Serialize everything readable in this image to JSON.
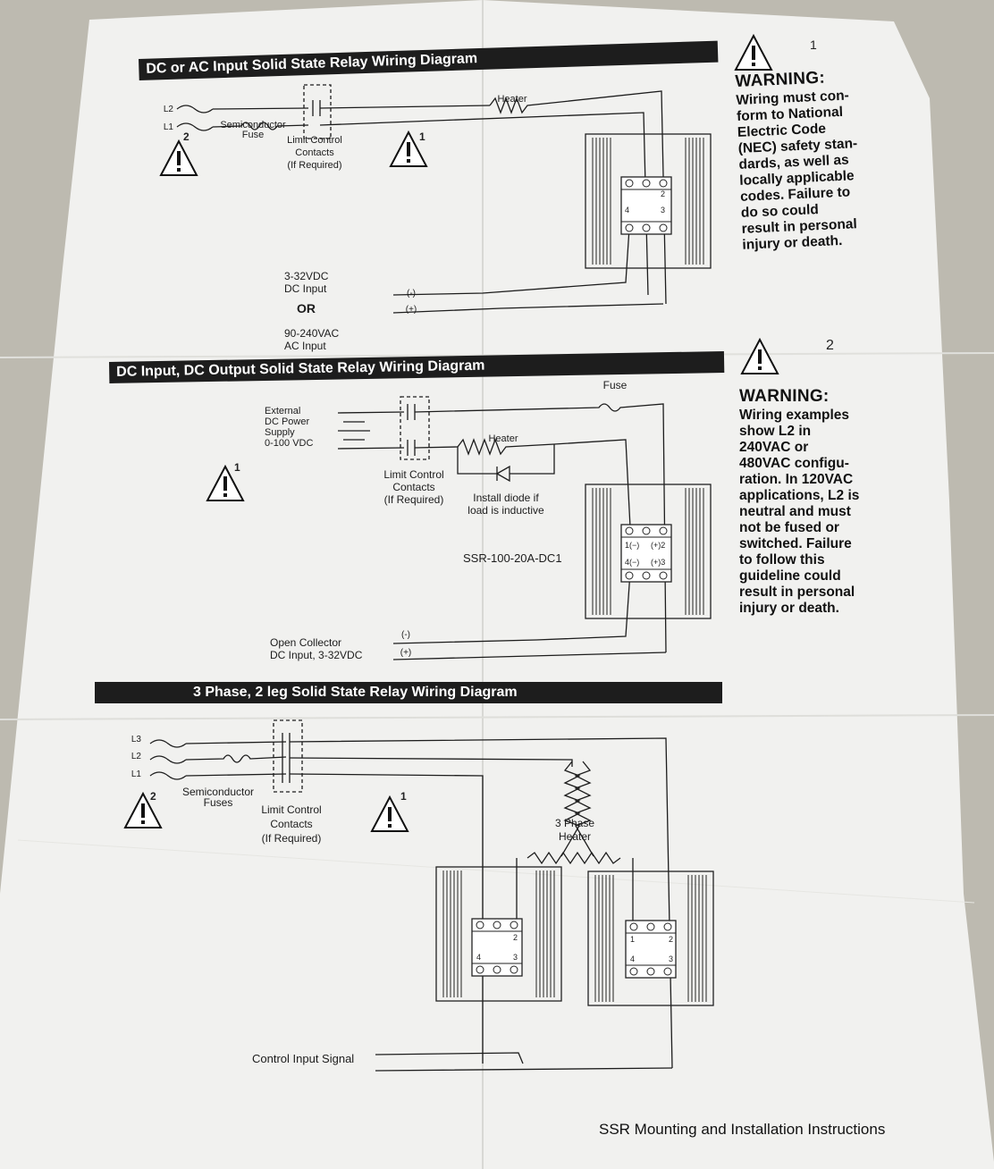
{
  "top_diagram": {
    "title": "DC or AC Input Solid State Relay Wiring Diagram",
    "l2": "L2",
    "l1": "L1",
    "heater": "Heater",
    "semiconductor_fuse": "Semiconductor\nFuse",
    "limit_control": "Limit Control\nContacts\n(If Required)",
    "dc_input": "3-32VDC\nDC Input",
    "or": "OR",
    "ac_input": "90-240VAC\nAC Input",
    "minus": "(-)",
    "plus": "(+)",
    "warn_num_a": "2",
    "warn_num_b": "1",
    "terminals": {
      "t2": "2",
      "t3": "3",
      "t4": "4"
    }
  },
  "middle_diagram": {
    "title": "DC Input, DC Output Solid State Relay Wiring Diagram",
    "fuse": "Fuse",
    "external_supply": "External\nDC Power\nSupply\n0-100 VDC",
    "heater": "Heater",
    "limit_control": "Limit Control\nContacts\n(If Required)",
    "diode_note": "Install diode if\nload is inductive",
    "model": "SSR-100-20A-DC1",
    "open_collector": "Open Collector\nDC Input, 3-32VDC",
    "minus": "(-)",
    "plus": "(+)",
    "warn_num": "1",
    "terminals": {
      "t1": "1(−)",
      "t2": "(+)2",
      "t4": "4(−)",
      "t3": "(+)3"
    }
  },
  "bottom_diagram": {
    "title": "3 Phase, 2 leg Solid State Relay Wiring Diagram",
    "l3": "L3",
    "l2": "L2",
    "l1": "L1",
    "semiconductor_fuses": "Semiconductor\nFuses",
    "limit_control": "Limit Control\nContacts\n(If Required)",
    "three_phase_heater": "3 Phase\nHeater",
    "control_input": "Control Input Signal",
    "warn_num_a": "2",
    "warn_num_b": "1",
    "terminals": {
      "t1": "1",
      "t2": "2",
      "t3": "3",
      "t4": "4"
    }
  },
  "warning_1": {
    "number": "1",
    "heading": "WARNING:",
    "lines": [
      "Wiring must con-",
      "form to National",
      "Electric Code",
      "(NEC) safety stan-",
      "dards, as well as",
      "locally applicable",
      "codes. Failure to",
      "do so could",
      "result in personal",
      "injury or death."
    ]
  },
  "warning_2": {
    "number": "2",
    "heading": "WARNING:",
    "lines": [
      "Wiring examples",
      "show L2 in",
      "240VAC or",
      "480VAC configu-",
      "ration. In 120VAC",
      "applications, L2 is",
      "neutral and must",
      "not be fused or",
      "switched. Failure",
      "to follow this",
      "guideline could",
      "result in personal",
      "injury or death."
    ]
  },
  "footer": "SSR Mounting and Installation Instructions",
  "colors": {
    "paper": "#f2f2f0",
    "ink": "#1d1d1d",
    "background": "#b9b6ac"
  }
}
